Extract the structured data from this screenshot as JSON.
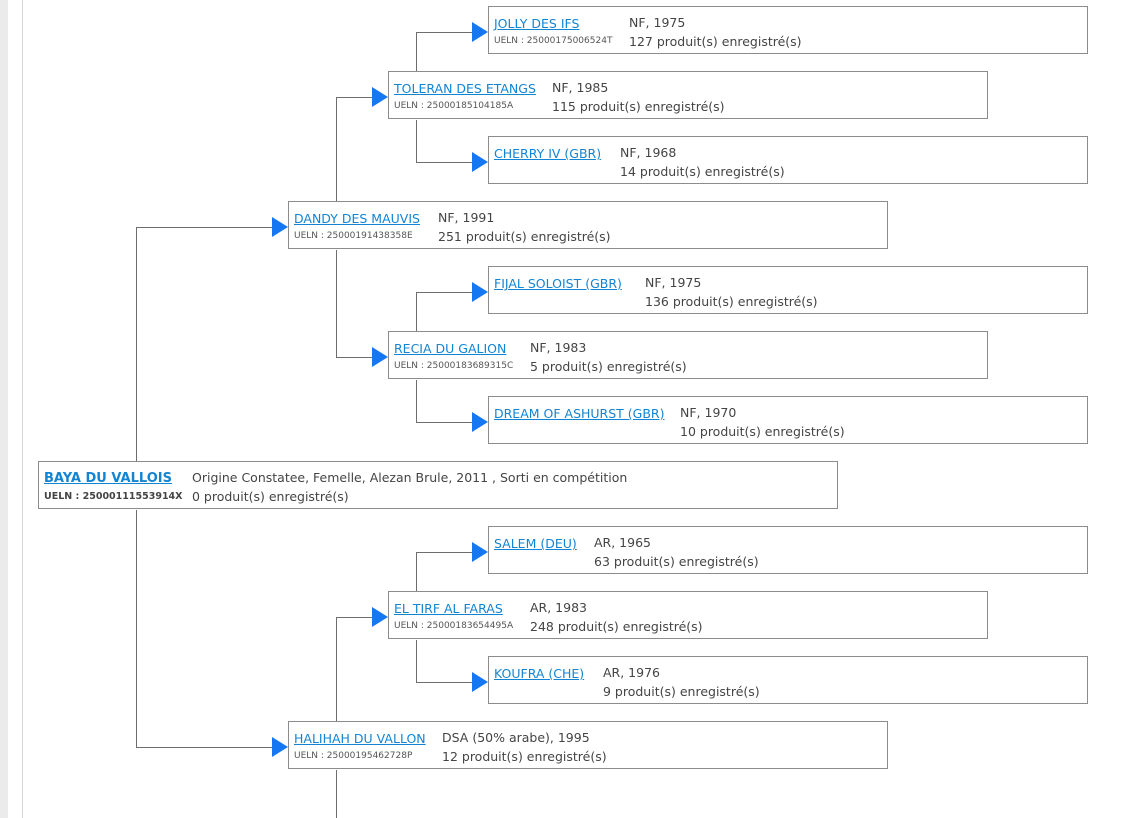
{
  "colors": {
    "link": "#1384d2",
    "arrow": "#1577f1",
    "connector": "#6d6d6d",
    "card_border": "#8c8c8c"
  },
  "pedigree": {
    "subject": {
      "name": "BAYA DU VALLOIS",
      "ueln": "UELN : 25000111553914X",
      "info": "Origine Constatee, Femelle, Alezan Brule, 2011 , Sorti en compétition",
      "products": "0 produit(s) enregistré(s)"
    },
    "sire": {
      "name": "DANDY DES MAUVIS",
      "ueln": "UELN : 25000191438358E",
      "info": "NF, 1991",
      "products": "251 produit(s) enregistré(s)"
    },
    "sire_sire": {
      "name": "TOLERAN DES ETANGS",
      "ueln": "UELN : 25000185104185A",
      "info": "NF, 1985",
      "products": "115 produit(s) enregistré(s)"
    },
    "sire_sire_sire": {
      "name": "JOLLY DES IFS",
      "ueln": "UELN : 25000175006524T",
      "info": "NF, 1975",
      "products": "127 produit(s) enregistré(s)"
    },
    "sire_sire_dam": {
      "name": "CHERRY IV (GBR)",
      "ueln": "",
      "info": "NF, 1968",
      "products": "14 produit(s) enregistré(s)"
    },
    "sire_dam": {
      "name": "RECIA DU GALION",
      "ueln": "UELN : 25000183689315C",
      "info": "NF, 1983",
      "products": "5 produit(s) enregistré(s)"
    },
    "sire_dam_sire": {
      "name": "FIJAL SOLOIST (GBR)",
      "ueln": "",
      "info": "NF, 1975",
      "products": "136 produit(s) enregistré(s)"
    },
    "sire_dam_dam": {
      "name": "DREAM OF ASHURST (GBR)",
      "ueln": "",
      "info": "NF, 1970",
      "products": "10 produit(s) enregistré(s)"
    },
    "dam": {
      "name": "HALIHAH DU VALLON",
      "ueln": "UELN : 25000195462728P",
      "info": "DSA (50% arabe), 1995",
      "products": "12 produit(s) enregistré(s)"
    },
    "dam_sire": {
      "name": "EL TIRF AL FARAS",
      "ueln": "UELN : 25000183654495A",
      "info": "AR, 1983",
      "products": "248 produit(s) enregistré(s)"
    },
    "dam_sire_sire": {
      "name": "SALEM (DEU)",
      "ueln": "",
      "info": "AR, 1965",
      "products": "63 produit(s) enregistré(s)"
    },
    "dam_sire_dam": {
      "name": "KOUFRA (CHE)",
      "ueln": "",
      "info": "AR, 1976",
      "products": "9 produit(s) enregistré(s)"
    }
  }
}
